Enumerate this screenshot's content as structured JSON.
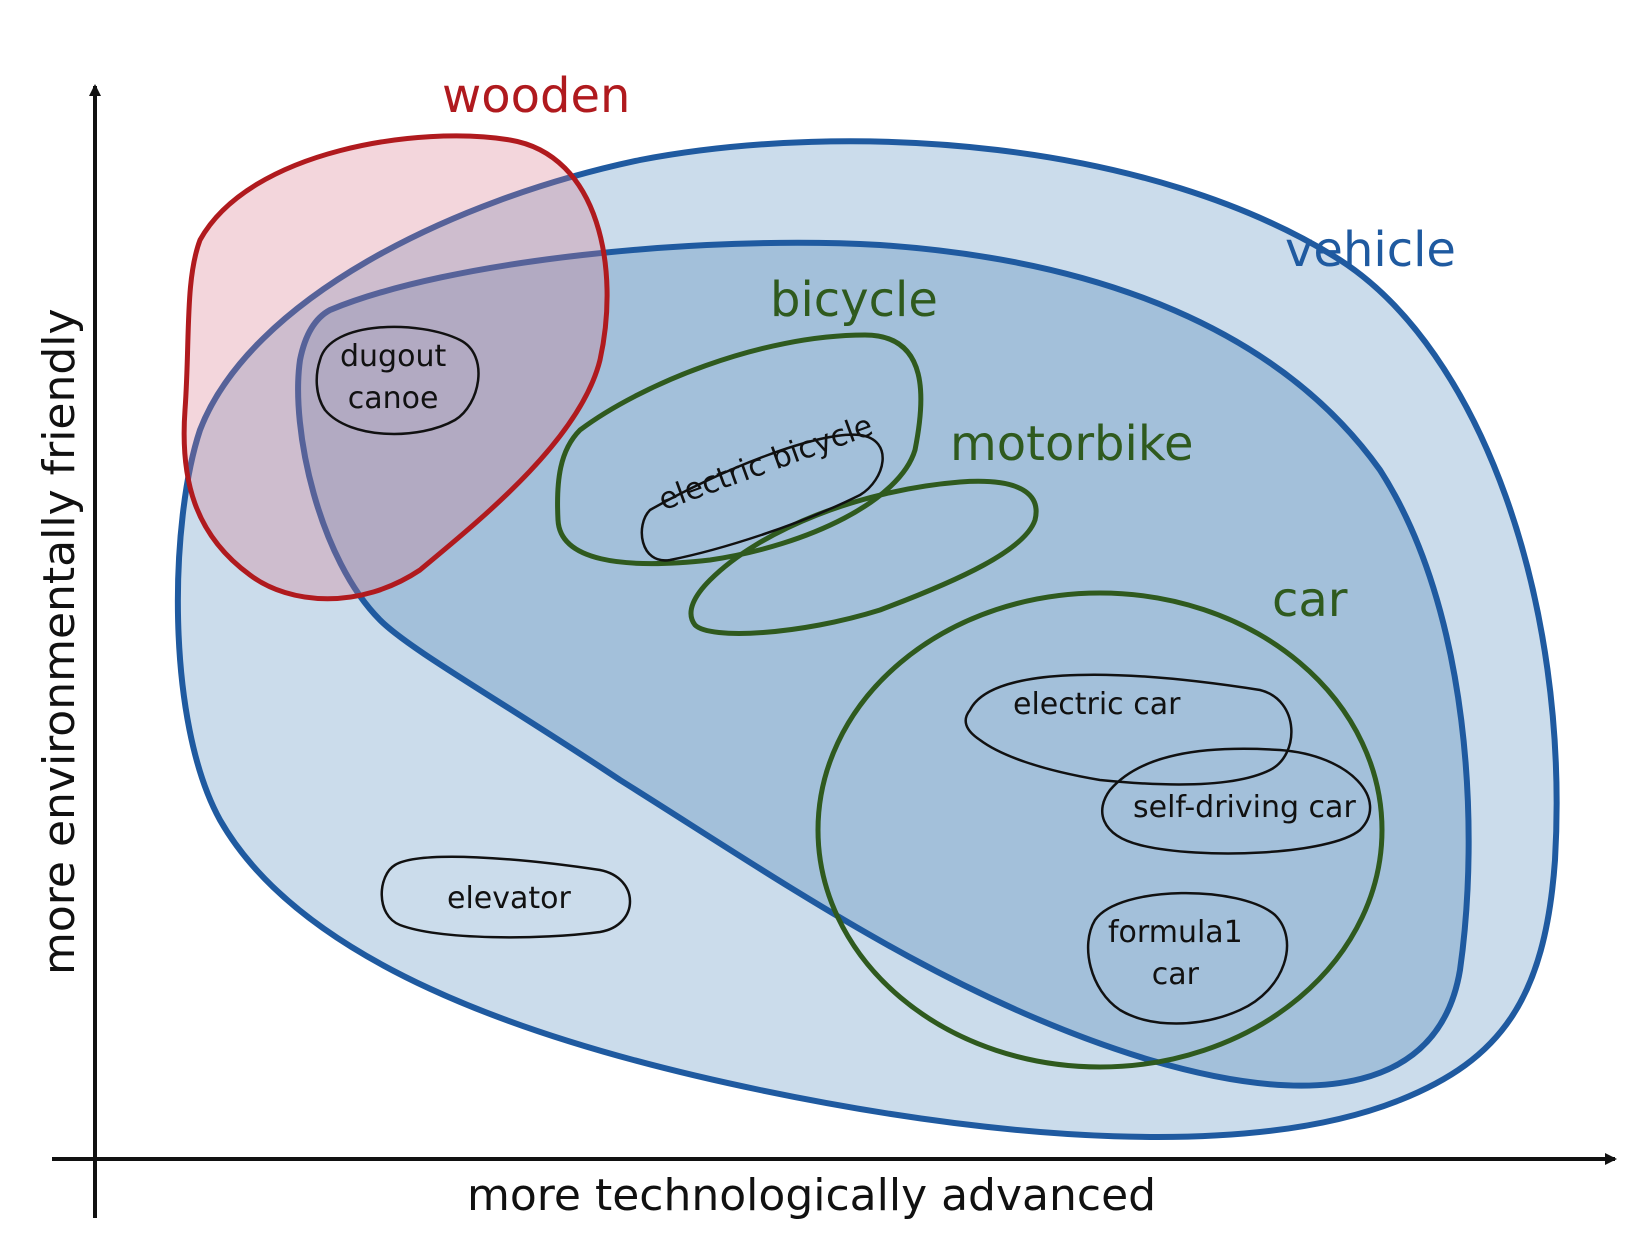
{
  "colors": {
    "wooden": "#b01a1e",
    "vehicle": "#1f5aa0",
    "subcategory": "#2f5a1e",
    "instance": "#111111",
    "vehicle_outer_fill": "#cbdceb",
    "vehicle_inner_fill": "#a3c0da",
    "wooden_fill": "#eed4d8",
    "overlap_fill": "#a3a3b8"
  },
  "axes": {
    "x_label": "more technologically advanced",
    "y_label": "more environmentally friendly"
  },
  "categories": {
    "wooden": "wooden",
    "vehicle": "vehicle",
    "bicycle": "bicycle",
    "motorbike": "motorbike",
    "car": "car"
  },
  "instances": {
    "dugout_canoe": [
      "dugout",
      "canoe"
    ],
    "electric_bicycle": "electric bicycle",
    "elevator": "elevator",
    "electric_car": "electric car",
    "self_driving_car": "self-driving car",
    "formula1_car": [
      "formula1",
      "car"
    ]
  }
}
